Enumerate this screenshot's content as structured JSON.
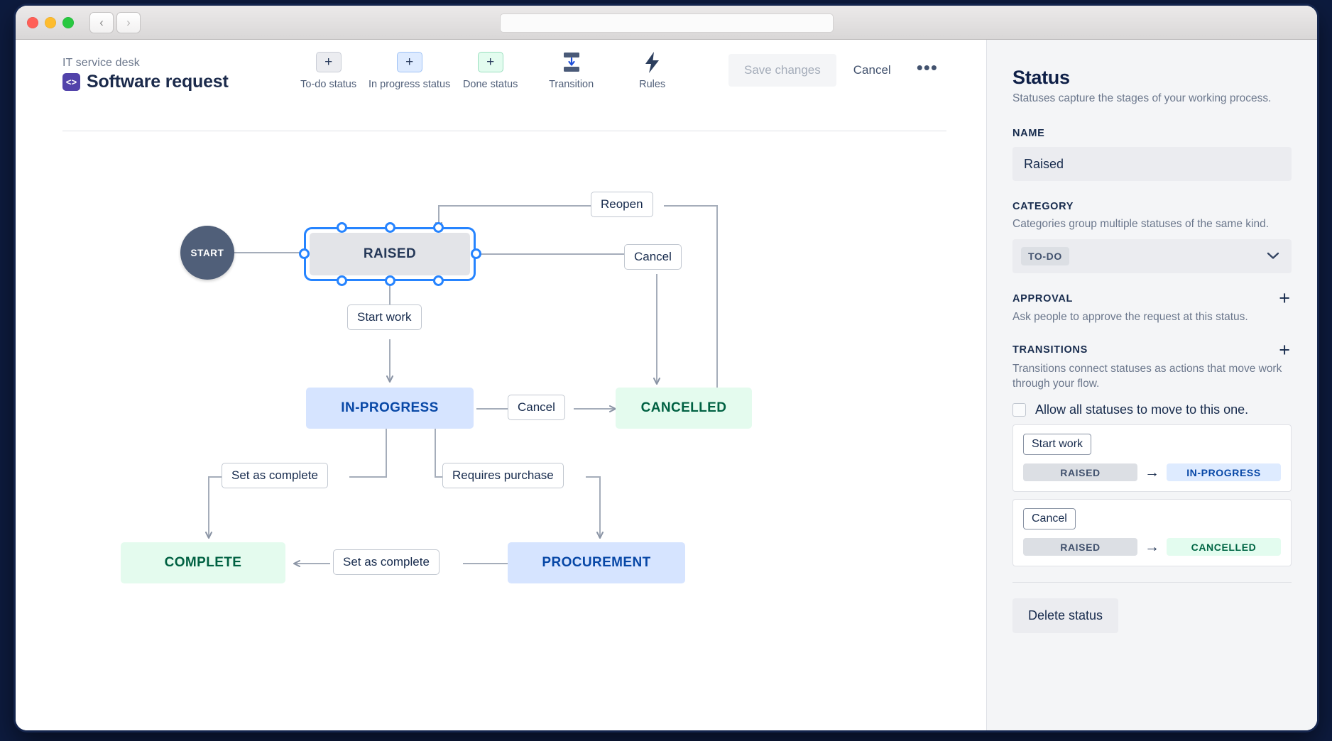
{
  "titlebar": {
    "traffic_lights": [
      "close",
      "minimize",
      "zoom"
    ],
    "back_label": "‹",
    "forward_label": "›",
    "url_value": ""
  },
  "header": {
    "breadcrumb": "IT service desk",
    "project_icon": "code-icon",
    "title": "Software request",
    "tools": [
      {
        "icon": "plus-icon",
        "glyph": "+",
        "label": "To-do status",
        "style": "sq-todo"
      },
      {
        "icon": "plus-icon",
        "glyph": "+",
        "label": "In progress status",
        "style": "sq-prog"
      },
      {
        "icon": "plus-icon",
        "glyph": "+",
        "label": "Done status",
        "style": "sq-done"
      },
      {
        "icon": "transition-icon",
        "glyph": "",
        "label": "Transition",
        "style": ""
      },
      {
        "icon": "rules-lightning-icon",
        "glyph": "",
        "label": "Rules",
        "style": ""
      }
    ],
    "save_label": "Save changes",
    "cancel_label": "Cancel",
    "more_label": "•••"
  },
  "diagram": {
    "start_label": "START",
    "nodes": [
      {
        "id": "raised",
        "label": "RAISED",
        "category": "todo",
        "selected": true
      },
      {
        "id": "in-progress",
        "label": "IN-PROGRESS",
        "category": "prog",
        "selected": false
      },
      {
        "id": "cancelled",
        "label": "CANCELLED",
        "category": "done",
        "selected": false
      },
      {
        "id": "complete",
        "label": "COMPLETE",
        "category": "done",
        "selected": false
      },
      {
        "id": "procurement",
        "label": "PROCUREMENT",
        "category": "prog",
        "selected": false
      }
    ],
    "edges": [
      {
        "label": "Reopen",
        "from": "cancelled",
        "to": "raised"
      },
      {
        "label": "Cancel",
        "from": "raised",
        "to": "cancelled"
      },
      {
        "label": "Start work",
        "from": "raised",
        "to": "in-progress"
      },
      {
        "label": "Cancel",
        "from": "in-progress",
        "to": "cancelled"
      },
      {
        "label": "Set as complete",
        "from": "in-progress",
        "to": "complete"
      },
      {
        "label": "Requires purchase",
        "from": "in-progress",
        "to": "procurement"
      },
      {
        "label": "Set as complete",
        "from": "procurement",
        "to": "complete"
      }
    ]
  },
  "panel": {
    "title": "Status",
    "subtitle": "Statuses capture the stages of your working process.",
    "name_label": "NAME",
    "name_value": "Raised",
    "category_label": "CATEGORY",
    "category_desc": "Categories group multiple statuses of the same kind.",
    "category_value": "TO-DO",
    "chevron": "chevron-down-icon",
    "approval_label": "APPROVAL",
    "approval_desc": "Ask people to approve the request at this status.",
    "approval_add": "+",
    "transitions_label": "TRANSITIONS",
    "transitions_desc": "Transitions connect statuses as actions that move work through your flow.",
    "transitions_add": "+",
    "allow_all_label": "Allow all statuses to move to this one.",
    "allow_all_checked": false,
    "transitions": [
      {
        "name": "Start work",
        "from": "RAISED",
        "from_style": "loz-todo",
        "to": "IN-PROGRESS",
        "to_style": "loz-prog",
        "arrow": "→"
      },
      {
        "name": "Cancel",
        "from": "RAISED",
        "from_style": "loz-todo",
        "to": "CANCELLED",
        "to_style": "loz-done",
        "arrow": "→"
      }
    ],
    "delete_label": "Delete status"
  },
  "colors": {
    "accent": "#2684ff",
    "todo_bg": "#e3e4e8",
    "progress_bg": "#d6e4ff",
    "done_bg": "#e4fbee",
    "progress_text": "#0747a6",
    "done_text": "#006142",
    "brand_purple": "#5243aa"
  }
}
